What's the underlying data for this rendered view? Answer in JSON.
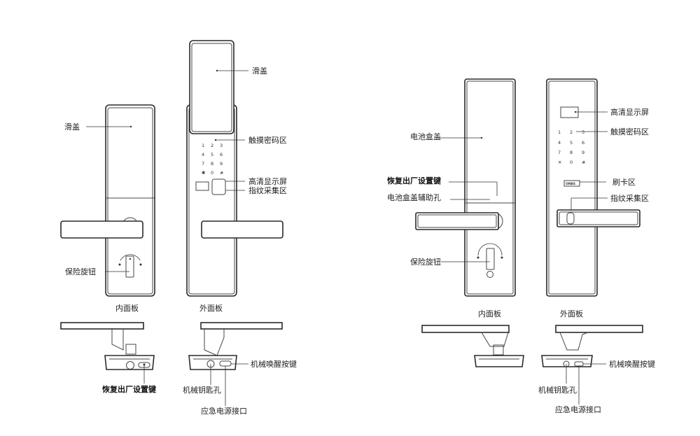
{
  "left_diagram": {
    "inner": {
      "slide_cover": "滑盖",
      "safety_knob": "保险旋钮",
      "caption": "内面板"
    },
    "outer": {
      "slide_cover": "滑盖",
      "touch_keypad": "触摸密码区",
      "hd_display": "高清显示屏",
      "fingerprint": "指纹采集区",
      "caption": "外面板",
      "keys": [
        "1",
        "2",
        "3",
        "4",
        "5",
        "6",
        "7",
        "8",
        "9",
        "✱",
        "0",
        "#"
      ]
    },
    "bottom": {
      "reset_key": "恢复出厂设置键",
      "mech_key_hole": "机械钥匙孔",
      "mech_wake_key": "机械唤醒按键",
      "emergency_power": "应急电源接口"
    }
  },
  "right_diagram": {
    "inner": {
      "battery_cover": "电池盒盖",
      "reset_key": "恢复出厂设置键",
      "battery_aux_hole": "电池盒盖辅助孔",
      "safety_knob": "保险旋钮",
      "caption": "内面板"
    },
    "outer": {
      "hd_display": "高清显示屏",
      "touch_keypad": "触摸密码区",
      "card_area": "刷卡区",
      "fingerprint": "指纹采集区",
      "caption": "外面板",
      "keys": [
        "1",
        "2",
        "3",
        "4",
        "5",
        "6",
        "7",
        "8",
        "9",
        "✕",
        "0",
        "#"
      ],
      "card_badge": "ORBS"
    },
    "bottom": {
      "mech_wake_key": "机械唤醒按键",
      "mech_key_hole": "机械钥匙孔",
      "emergency_power": "应急电源接口"
    }
  }
}
